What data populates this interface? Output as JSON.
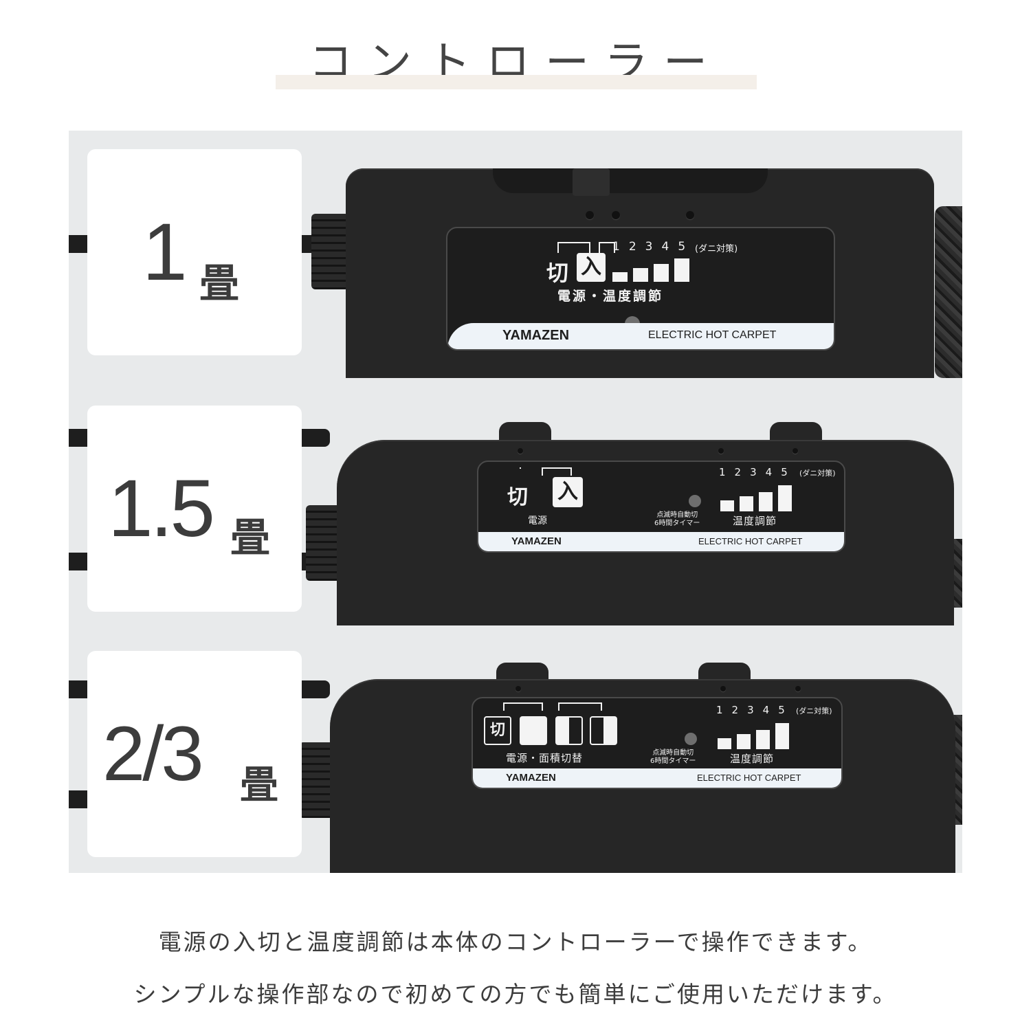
{
  "heading": {
    "title": "コントローラー"
  },
  "panels": [
    {
      "size_number": "1",
      "size_unit": "畳",
      "power_off": "切",
      "power_on": "入",
      "levels": [
        "1",
        "2",
        "3",
        "4",
        "5"
      ],
      "mite_label": "(ダニ対策)",
      "section_label": "電源・温度調節",
      "brand": "YAMAZEN",
      "product": "ELECTRIC HOT CARPET"
    },
    {
      "size_number": "1.5",
      "size_unit": "畳",
      "power_off": "切",
      "power_on": "入",
      "power_label": "電源",
      "timer_label_1": "点滅時自動切",
      "timer_label_2": "6時間タイマー",
      "levels": [
        "1",
        "2",
        "3",
        "4",
        "5"
      ],
      "mite_label": "(ダニ対策)",
      "temp_label": "温度調節",
      "brand": "YAMAZEN",
      "product": "ELECTRIC HOT CARPET"
    },
    {
      "size_number": "2/3",
      "size_unit": "畳",
      "power_off": "切",
      "power_label": "電源・面積切替",
      "timer_label_1": "点滅時自動切",
      "timer_label_2": "6時間タイマー",
      "levels": [
        "1",
        "2",
        "3",
        "4",
        "5"
      ],
      "mite_label": "(ダニ対策)",
      "temp_label": "温度調節",
      "brand": "YAMAZEN",
      "product": "ELECTRIC HOT CARPET"
    }
  ],
  "description": {
    "line1": "電源の入切と温度調節は本体のコントローラーで操作できます。",
    "line2": "シンプルな操作部なので初めての方でも簡単にご使用いただけます。"
  },
  "colors": {
    "background": "#ffffff",
    "photo_bg": "#e8eaeb",
    "device": "#262626",
    "underline": "#f4efe9",
    "text": "#3c3c3c",
    "stripe": "#eef3f8"
  }
}
